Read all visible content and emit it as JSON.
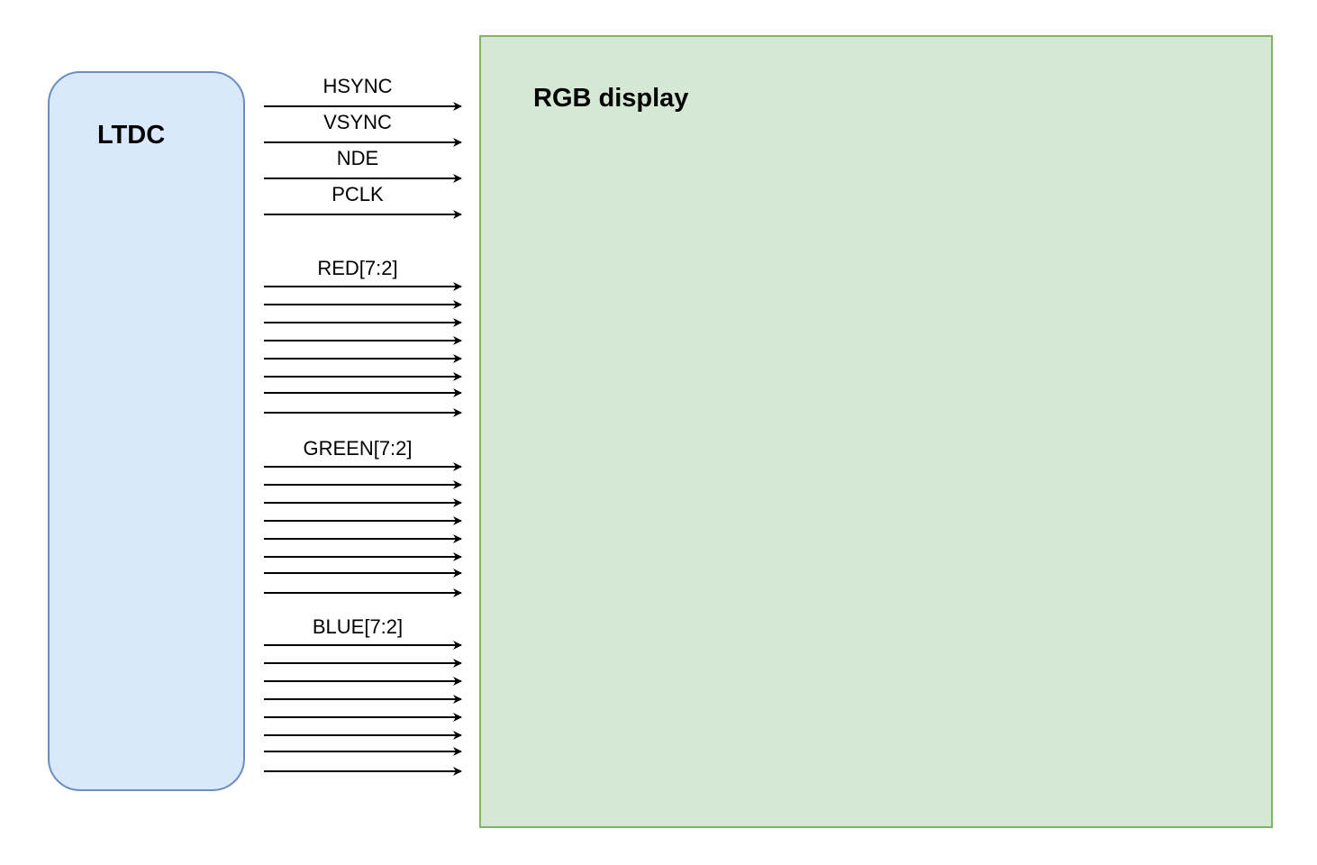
{
  "ltdc": {
    "title": "LTDC"
  },
  "display": {
    "title": "RGB display"
  },
  "control_signals": [
    {
      "label": "HSYNC"
    },
    {
      "label": "VSYNC"
    },
    {
      "label": "NDE"
    },
    {
      "label": "PCLK"
    }
  ],
  "buses": [
    {
      "label": "RED[7:2]",
      "line_count": 8
    },
    {
      "label": "GREEN[7:2]",
      "line_count": 8
    },
    {
      "label": "BLUE[7:2]",
      "line_count": 8
    }
  ],
  "colors": {
    "ltdc_fill": "#dae8fc",
    "ltdc_stroke": "#6c8ebf",
    "display_fill": "#d5e8d4",
    "display_stroke": "#82b366",
    "arrow": "#000000"
  }
}
